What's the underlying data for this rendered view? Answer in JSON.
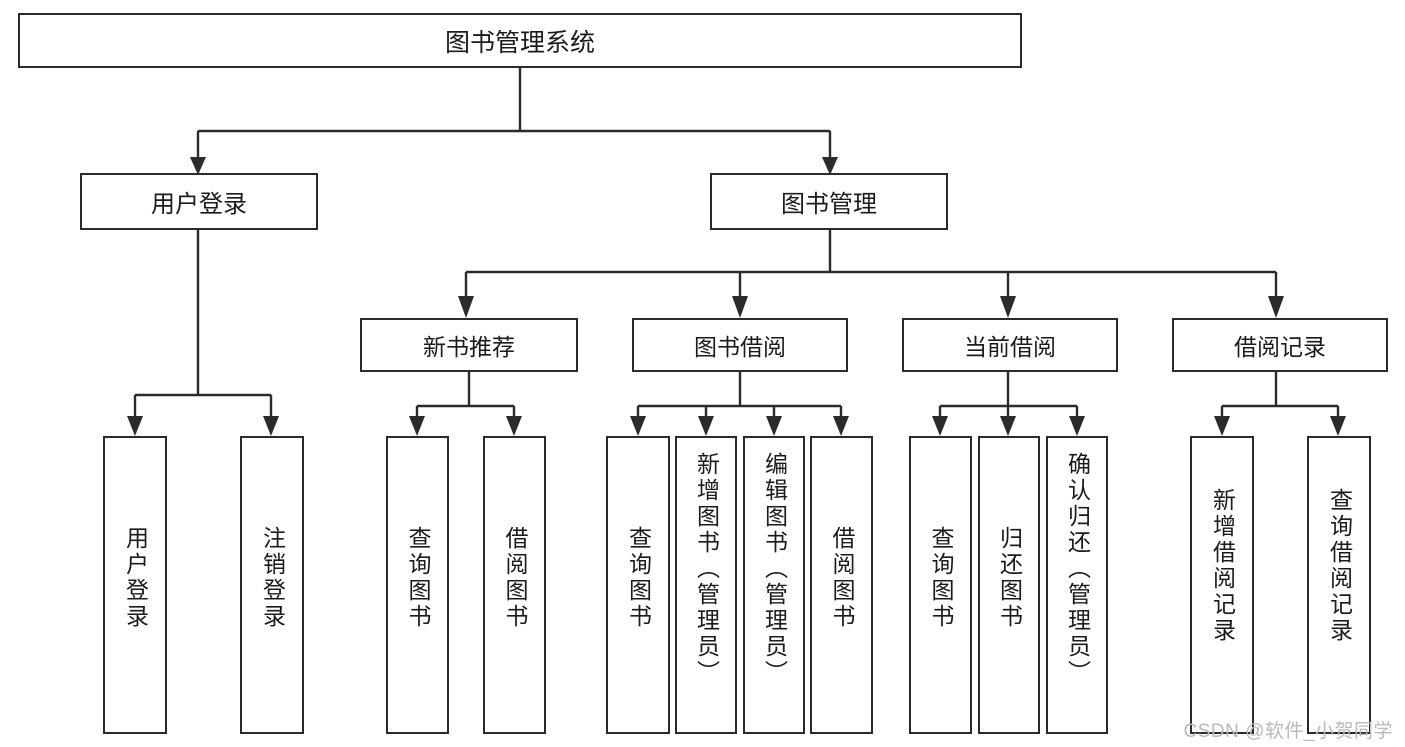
{
  "diagram": {
    "title": "图书管理系统",
    "type": "tree-hierarchy-functional-structure",
    "root": {
      "label": "图书管理系统"
    },
    "level2": [
      {
        "id": "user-login",
        "label": "用户登录"
      },
      {
        "id": "book-management",
        "label": "图书管理"
      }
    ],
    "level3": [
      {
        "id": "new-book-recommend",
        "label": "新书推荐",
        "parent": "book-management"
      },
      {
        "id": "book-borrow",
        "label": "图书借阅",
        "parent": "book-management"
      },
      {
        "id": "current-borrow",
        "label": "当前借阅",
        "parent": "book-management"
      },
      {
        "id": "borrow-record",
        "label": "借阅记录",
        "parent": "book-management"
      }
    ],
    "leaves": [
      {
        "id": "leaf-user-login",
        "label": "用户登录",
        "parent": "user-login"
      },
      {
        "id": "leaf-logout-login",
        "label": "注销登录",
        "parent": "user-login"
      },
      {
        "id": "leaf-query-book-1",
        "label": "查询图书",
        "parent": "new-book-recommend"
      },
      {
        "id": "leaf-borrow-book-1",
        "label": "借阅图书",
        "parent": "new-book-recommend"
      },
      {
        "id": "leaf-query-book-2",
        "label": "查询图书",
        "parent": "book-borrow"
      },
      {
        "id": "leaf-add-book",
        "label": "新增图书（管理员）",
        "parent": "book-borrow"
      },
      {
        "id": "leaf-edit-book",
        "label": "编辑图书（管理员）",
        "parent": "book-borrow"
      },
      {
        "id": "leaf-borrow-book-2",
        "label": "借阅图书",
        "parent": "book-borrow"
      },
      {
        "id": "leaf-query-book-3",
        "label": "查询图书",
        "parent": "current-borrow"
      },
      {
        "id": "leaf-return-book",
        "label": "归还图书",
        "parent": "current-borrow"
      },
      {
        "id": "leaf-confirm-return",
        "label": "确认归还（管理员）",
        "parent": "current-borrow"
      },
      {
        "id": "leaf-add-record",
        "label": "新增借阅记录",
        "parent": "borrow-record"
      },
      {
        "id": "leaf-query-record",
        "label": "查询借阅记录",
        "parent": "borrow-record"
      }
    ],
    "watermark": "CSDN @软件_小贺同学",
    "colors": {
      "stroke": "#2b2b2b",
      "fill": "#ffffff",
      "text": "#1b1b1b",
      "watermark": "#b9b9b9"
    }
  }
}
